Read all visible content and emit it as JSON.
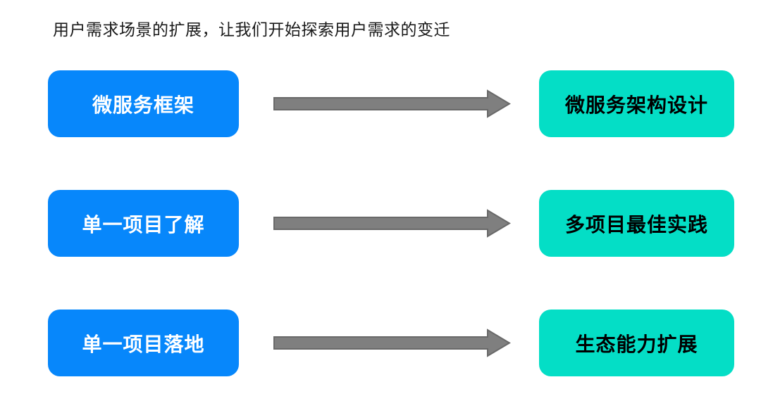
{
  "title": "用户需求场景的扩展，让我们开始探索用户需求的变迁",
  "colors": {
    "background": "#ffffff",
    "title_text": "#1a1a1a",
    "left_box": "#0787fb",
    "left_text": "#ffffff",
    "right_box": "#04dec6",
    "right_text": "#000000",
    "arrow_fill": "#7f7f7f",
    "arrow_stroke": "#696969"
  },
  "rows": [
    {
      "from": "微服务框架",
      "to": "微服务架构设计"
    },
    {
      "from": "单一项目了解",
      "to": "多项目最佳实践"
    },
    {
      "from": "单一项目落地",
      "to": "生态能力扩展"
    }
  ]
}
